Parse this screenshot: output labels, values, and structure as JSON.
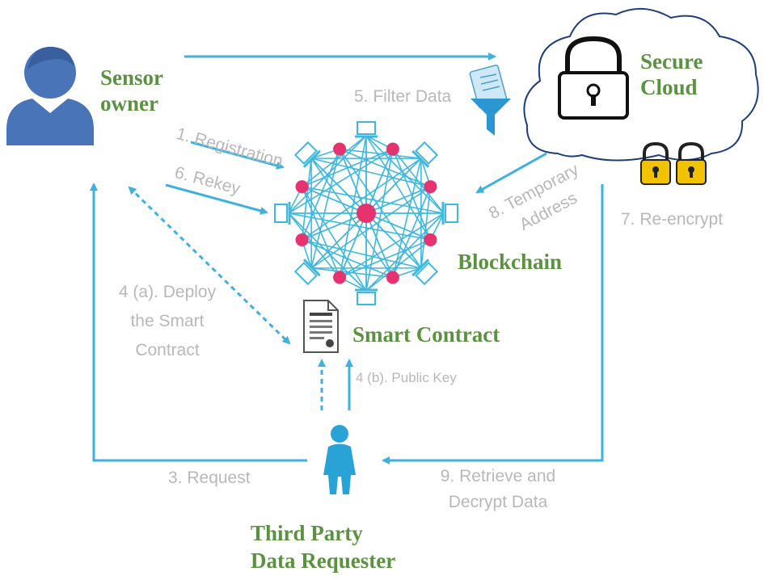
{
  "nodes": {
    "sensor_owner": "Sensor owner",
    "secure_cloud": "Secure Cloud",
    "blockchain": "Blockchain",
    "smart_contract": "Smart Contract",
    "third_party_line1": "Third Party",
    "third_party_line2": "Data Requester"
  },
  "steps": {
    "s1": "1. Registration",
    "s3": "3. Request",
    "s4a_line1": "4 (a). Deploy",
    "s4a_line2": "the Smart",
    "s4a_line3": "Contract",
    "s4b": "4 (b). Public Key",
    "s5": "5. Filter Data",
    "s6": "6. Rekey",
    "s7": "7. Re-encrypt",
    "s8_line1": "8. Temporary",
    "s8_line2": "Address",
    "s9_line1": "9. Retrieve  and",
    "s9_line2": "Decrypt Data"
  },
  "colors": {
    "arrow": "#3fb1de",
    "title_text": "#5b9240",
    "step_text": "#b8b8b8",
    "user_icon": "#4a74b8",
    "requester_icon": "#29a3d6",
    "node_pink": "#e6336f",
    "mesh": "#3fb8df",
    "cloud_outline": "#1f3f7a",
    "padlock_gold": "#f2c200"
  },
  "icons": [
    "user-icon",
    "requester-icon",
    "cloud-icon",
    "lock-icon",
    "small-padlock-icon",
    "filter-funnel-icon",
    "contract-document-icon",
    "blockchain-network-icon"
  ]
}
